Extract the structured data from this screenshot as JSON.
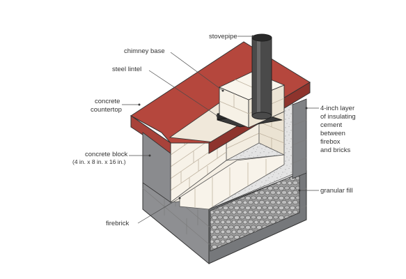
{
  "labels": {
    "stovepipe": "stovepipe",
    "chimney_base": "chimney base",
    "steel_lintel": "steel lintel",
    "countertop_line1": "concrete",
    "countertop_line2": "countertop",
    "block_line1": "concrete block",
    "block_line2": "(4 in. x 8 in. x 16 in.)",
    "insulating_line1": "4-inch layer",
    "insulating_line2": "of insulating",
    "insulating_line3": "cement",
    "insulating_line4": "between",
    "insulating_line5": "firebox",
    "insulating_line6": "and bricks",
    "granular_fill": "granular fill",
    "firebrick": "firebrick"
  },
  "colors": {
    "countertop_top": "#b5473d",
    "countertop_front": "#9c3b33",
    "block": "#8a8b8e",
    "block_dark": "#6e7073",
    "firebrick": "#f4eee3",
    "insulating_cement": "#e3e3e3",
    "granular_fill": "#9c9c9c",
    "stovepipe": "#4a4a4a"
  }
}
